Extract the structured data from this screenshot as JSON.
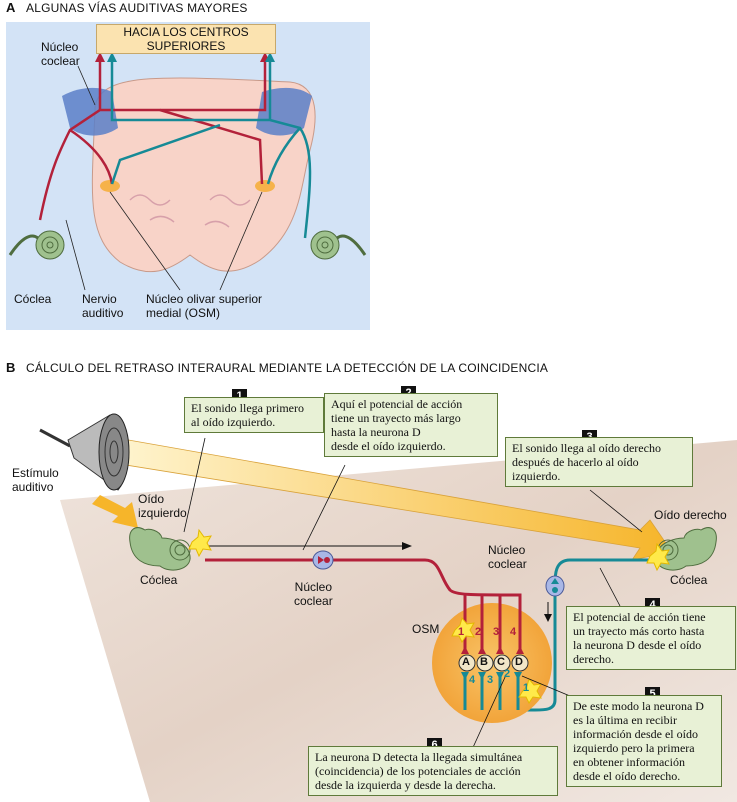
{
  "panel_a": {
    "letter": "A",
    "title": "ALGUNAS VÍAS AUDITIVAS MAYORES",
    "centers_box": [
      "HACIA LOS CENTROS",
      "SUPERIORES"
    ],
    "nucleus_label": [
      "Núcleo",
      "coclear"
    ],
    "cochlea_label": "Cóclea",
    "nerve_label": [
      "Nervio",
      "auditivo"
    ],
    "olivar_label": [
      "Núcleo olivar superior",
      "medial (OSM)"
    ]
  },
  "panel_b": {
    "letter": "B",
    "title": "CÁLCULO DEL RETRASO INTERAURAL MEDIANTE LA DETECCIÓN DE LA COINCIDENCIA",
    "stimulus_label": [
      "Estímulo",
      "auditivo"
    ],
    "left_ear_label": [
      "Oído",
      "izquierdo"
    ],
    "right_ear_label": "Oído derecho",
    "cochlea_left": "Cóclea",
    "cochlea_right": "Cóclea",
    "nucleus_left": [
      "Núcleo",
      "coclear"
    ],
    "nucleus_right": [
      "Núcleo",
      "coclear"
    ],
    "osm_label": "OSM",
    "neurons": [
      "A",
      "B",
      "C",
      "D"
    ],
    "top_delays": [
      "1",
      "2",
      "3",
      "4"
    ],
    "bottom_delays": [
      "4",
      "3",
      "2",
      "1"
    ],
    "callouts": [
      {
        "num": "1",
        "lines": [
          "El sonido llega primero",
          "al oído izquierdo."
        ]
      },
      {
        "num": "2",
        "lines": [
          "Aquí el potencial de acción",
          "tiene un trayecto más largo",
          "hasta la neurona D",
          "desde el oído izquierdo."
        ]
      },
      {
        "num": "3",
        "lines": [
          "El sonido llega al oído derecho",
          "después de hacerlo al oído",
          "izquierdo."
        ]
      },
      {
        "num": "4",
        "lines": [
          "El potencial de acción tiene",
          "un trayecto más corto hasta",
          "la neurona D desde el oído",
          "derecho."
        ]
      },
      {
        "num": "5",
        "lines": [
          "De este modo la neurona D",
          "es la última en recibir",
          "información desde el oído",
          "izquierdo pero la primera",
          "en obtener información",
          "desde el oído derecho."
        ]
      },
      {
        "num": "6",
        "lines": [
          "La neurona D detecta la llegada simultánea",
          "(coincidencia) de los potenciales de acción",
          "desde la izquierda y desde la derecha."
        ]
      }
    ]
  },
  "colors": {
    "red": "#b3213a",
    "teal": "#168a96",
    "panel_bg": "#cfe0f5",
    "osm": "#f6b24a",
    "callout_bg": "#e8f1d6",
    "box": "#fbe3b0"
  }
}
